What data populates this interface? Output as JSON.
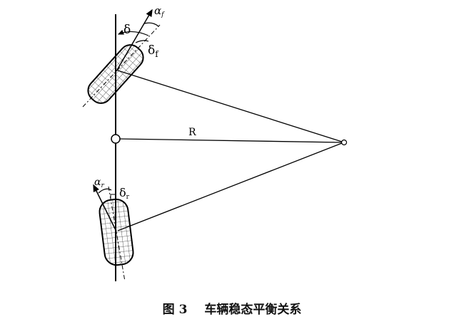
{
  "diagram": {
    "labels": {
      "alpha_f": "α",
      "alpha_f_sub": "f",
      "delta": "δ",
      "delta_f": "δ",
      "delta_f_sub": "f",
      "radius": "R",
      "alpha_r": "α",
      "alpha_r_sub": "r",
      "delta_r": "δ",
      "delta_r_sub": "r"
    }
  },
  "caption": {
    "figure_number": "图 3",
    "title": "车辆稳态平衡关系"
  }
}
